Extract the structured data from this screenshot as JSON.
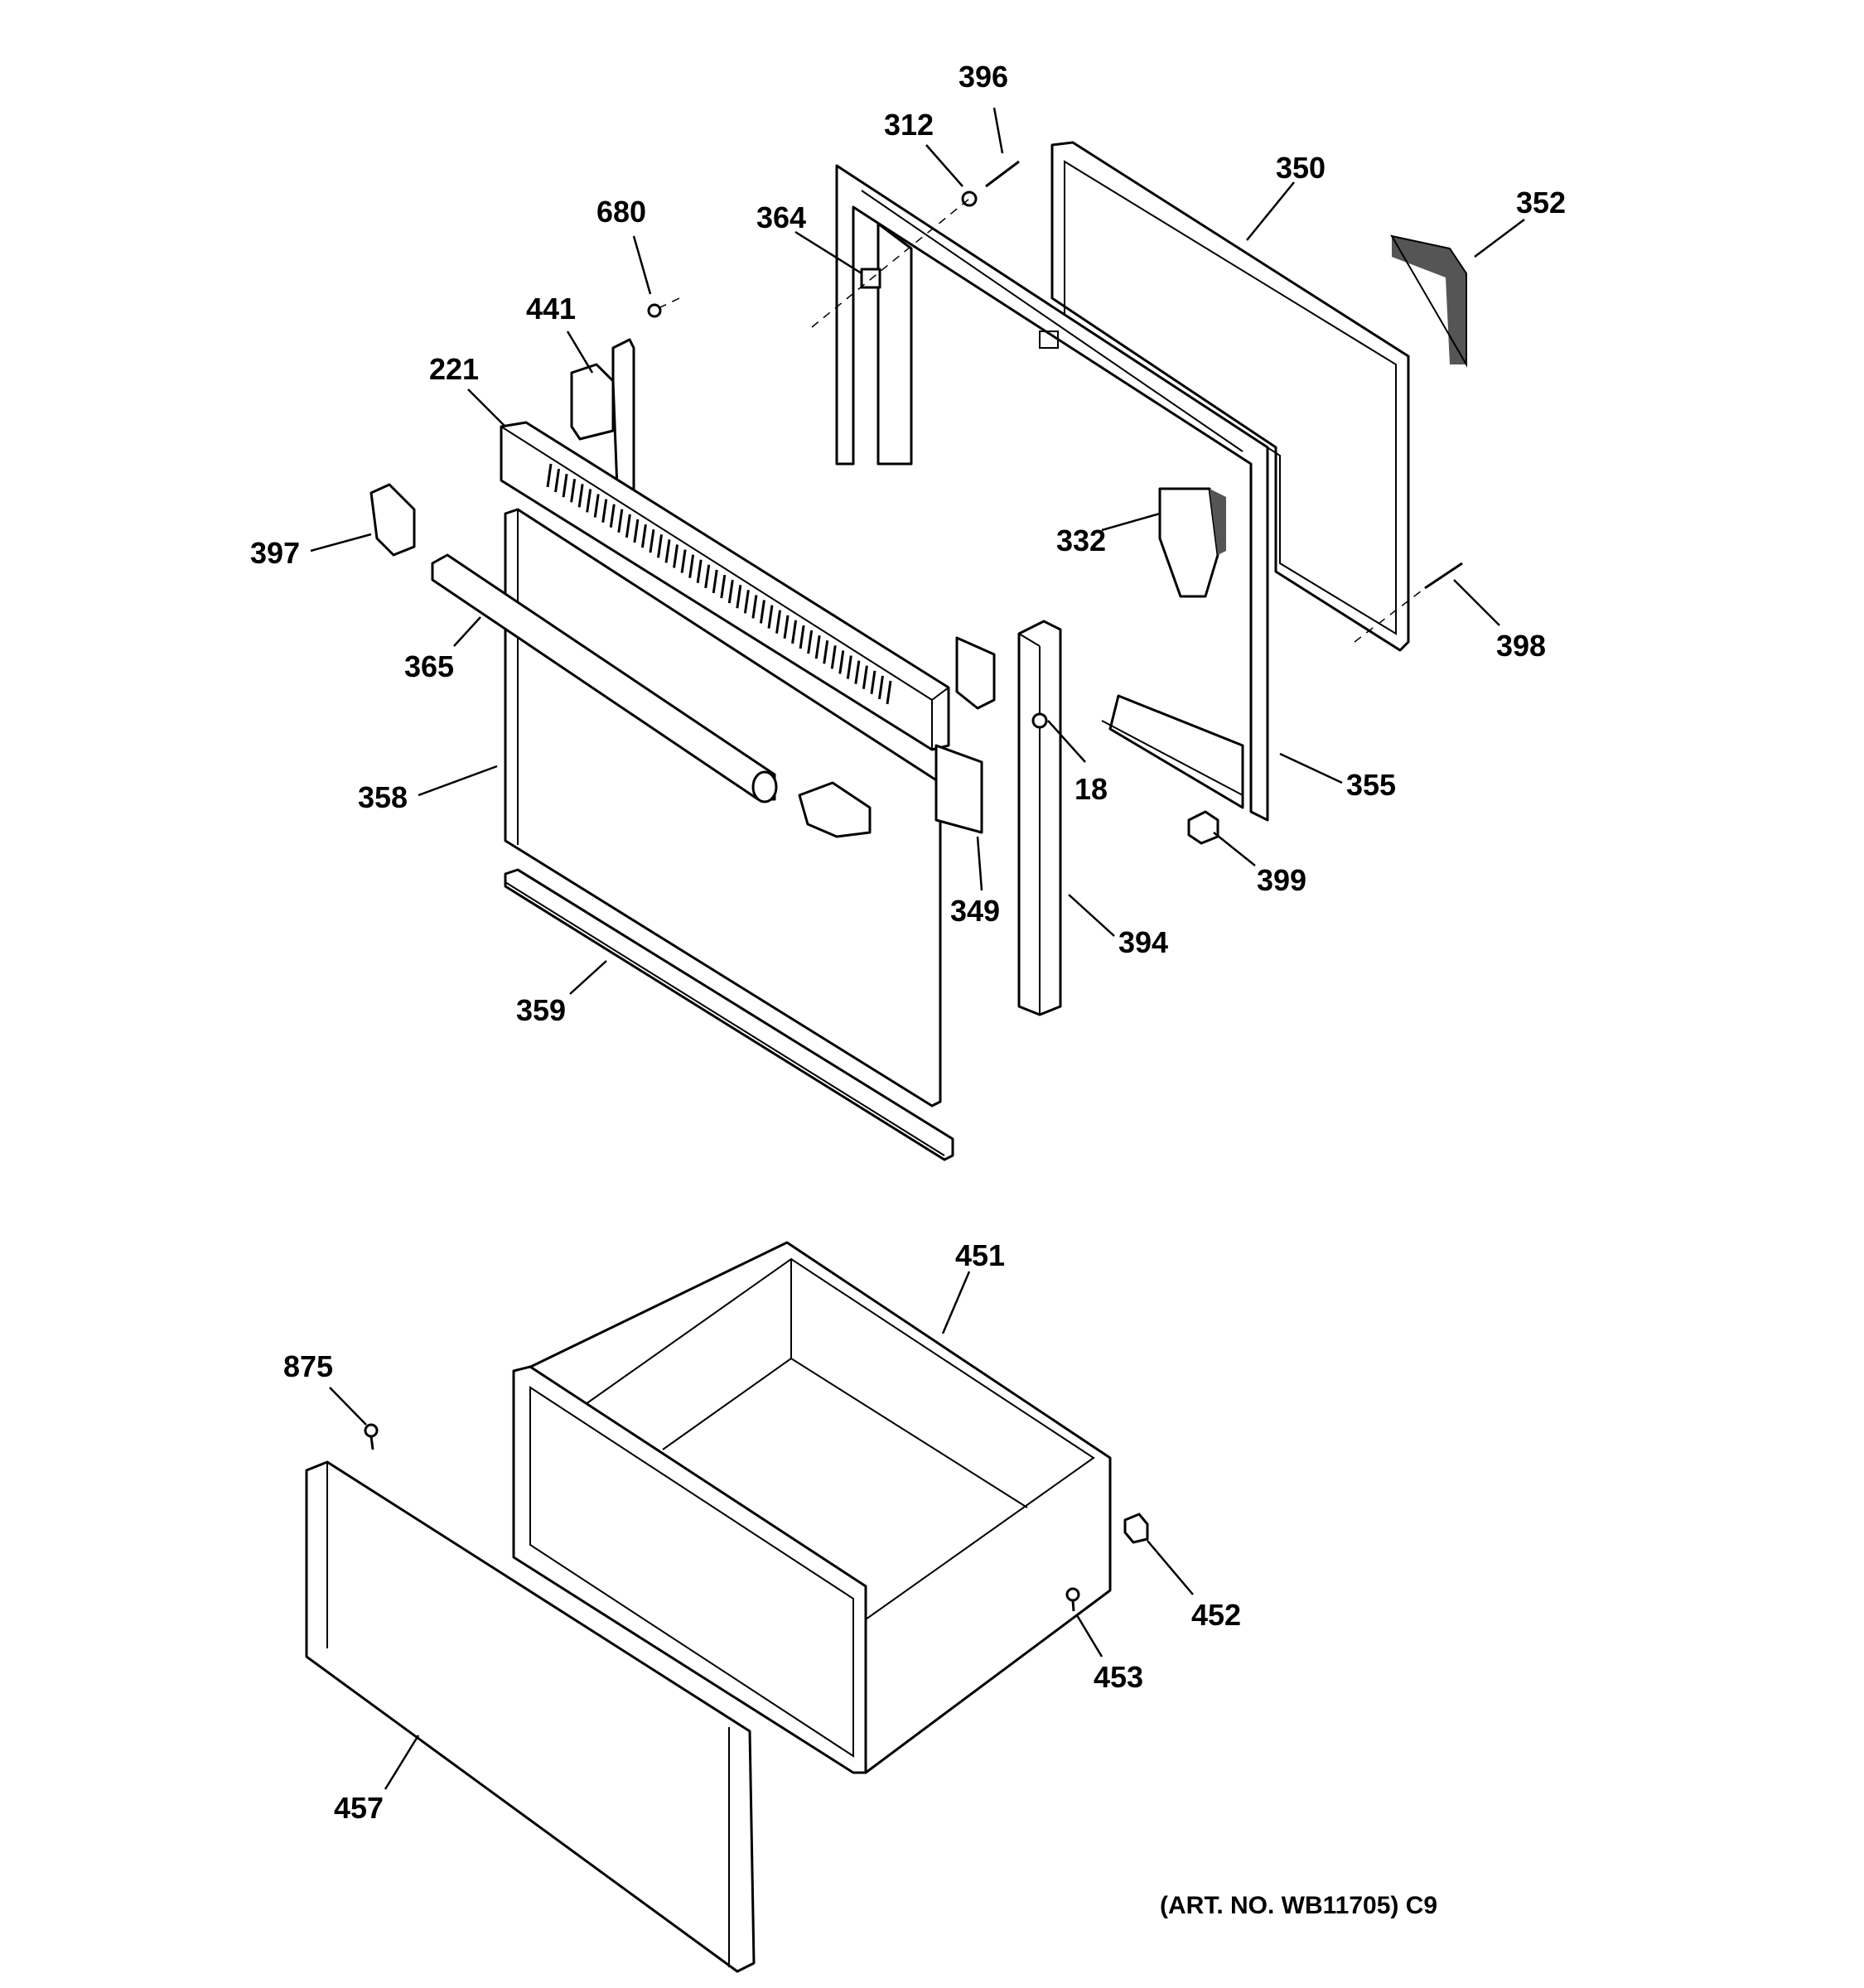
{
  "diagram": {
    "art_number": "(ART. NO. WB11705) C9",
    "callouts": {
      "c18": "18",
      "c221": "221",
      "c312": "312",
      "c332": "332",
      "c349": "349",
      "c350": "350",
      "c352": "352",
      "c355": "355",
      "c358": "358",
      "c359": "359",
      "c364": "364",
      "c365": "365",
      "c394": "394",
      "c396": "396",
      "c397": "397",
      "c398": "398",
      "c399": "399",
      "c441": "441",
      "c451": "451",
      "c452": "452",
      "c453": "453",
      "c457": "457",
      "c680": "680",
      "c875": "875"
    }
  }
}
